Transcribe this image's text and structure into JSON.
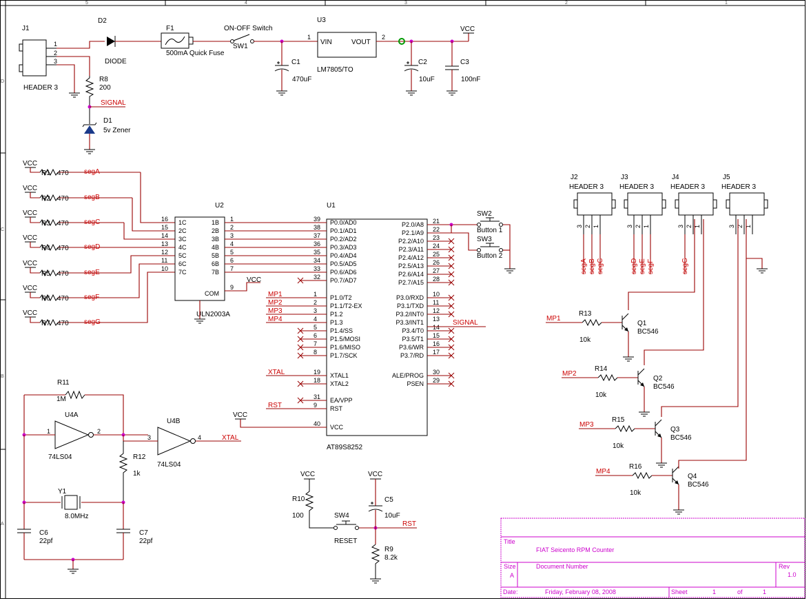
{
  "frame": {
    "zones_top": [
      "5",
      "4",
      "3",
      "2",
      "1"
    ],
    "zones_left": [
      "D",
      "C",
      "B",
      "A"
    ]
  },
  "power": {
    "j1": {
      "ref": "J1",
      "value": "HEADER 3",
      "pins": [
        "1",
        "2",
        "3"
      ]
    },
    "d2": {
      "ref": "D2",
      "value": "DIODE"
    },
    "f1": {
      "ref": "F1",
      "value": "500mA Quick Fuse"
    },
    "sw1": {
      "ref": "SW1",
      "value": "ON-OFF Switch"
    },
    "u3": {
      "ref": "U3",
      "value": "LM7805/TO",
      "vin": "VIN",
      "vout": "VOUT",
      "pin_in": "1",
      "pin_out": "2"
    },
    "c1": {
      "ref": "C1",
      "value": "470uF"
    },
    "c2": {
      "ref": "C2",
      "value": "10uF"
    },
    "c3": {
      "ref": "C3",
      "value": "100nF"
    },
    "vcc": "VCC",
    "r8": {
      "ref": "R8",
      "value": "200"
    },
    "signal": "SIGNAL",
    "d1": {
      "ref": "D1",
      "value": "5v Zener"
    }
  },
  "vcc_label": "VCC",
  "seg_resistors": [
    {
      "ref": "R1",
      "value": "470",
      "net": "segA"
    },
    {
      "ref": "R2",
      "value": "470",
      "net": "segB"
    },
    {
      "ref": "R3",
      "value": "470",
      "net": "segC"
    },
    {
      "ref": "R4",
      "value": "470",
      "net": "segD"
    },
    {
      "ref": "R5",
      "value": "470",
      "net": "segE"
    },
    {
      "ref": "R6",
      "value": "470",
      "net": "segF"
    },
    {
      "ref": "R7",
      "value": "470",
      "net": "segG"
    }
  ],
  "u2": {
    "ref": "U2",
    "value": "ULN2003A",
    "left": [
      {
        "n": "16",
        "l": "1C"
      },
      {
        "n": "15",
        "l": "2C"
      },
      {
        "n": "14",
        "l": "3C"
      },
      {
        "n": "13",
        "l": "4C"
      },
      {
        "n": "12",
        "l": "5C"
      },
      {
        "n": "11",
        "l": "6C"
      },
      {
        "n": "10",
        "l": "7C"
      }
    ],
    "right": [
      {
        "n": "1",
        "l": "1B"
      },
      {
        "n": "2",
        "l": "2B"
      },
      {
        "n": "3",
        "l": "3B"
      },
      {
        "n": "4",
        "l": "4B"
      },
      {
        "n": "5",
        "l": "5B"
      },
      {
        "n": "6",
        "l": "6B"
      },
      {
        "n": "7",
        "l": "7B"
      }
    ],
    "com": {
      "n": "9",
      "l": "COM"
    }
  },
  "u1": {
    "ref": "U1",
    "value": "AT89S8252",
    "left": [
      {
        "n": "39",
        "l": "P0.0/AD0"
      },
      {
        "n": "38",
        "l": "P0.1/AD1"
      },
      {
        "n": "37",
        "l": "P0.2/AD2"
      },
      {
        "n": "36",
        "l": "P0.3/AD3"
      },
      {
        "n": "35",
        "l": "P0.4/AD4"
      },
      {
        "n": "34",
        "l": "P0.5/AD5"
      },
      {
        "n": "33",
        "l": "P0.6/AD6"
      },
      {
        "n": "32",
        "l": "P0.7/AD7"
      },
      {
        "n": "1",
        "l": "P1.0/T2"
      },
      {
        "n": "2",
        "l": "P1.1/T2-EX"
      },
      {
        "n": "3",
        "l": "P1.2"
      },
      {
        "n": "4",
        "l": "P1.3"
      },
      {
        "n": "5",
        "l": "P1.4/SS"
      },
      {
        "n": "6",
        "l": "P1.5/MOSI"
      },
      {
        "n": "7",
        "l": "P1.6/MISO"
      },
      {
        "n": "8",
        "l": "P1.7/SCK"
      },
      {
        "n": "19",
        "l": "XTAL1"
      },
      {
        "n": "18",
        "l": "XTAL2"
      },
      {
        "n": "31",
        "l": "EA/VPP"
      },
      {
        "n": "9",
        "l": "RST"
      },
      {
        "n": "40",
        "l": "VCC"
      }
    ],
    "right": [
      {
        "n": "21",
        "l": "P2.0/A8"
      },
      {
        "n": "22",
        "l": "P2.1/A9"
      },
      {
        "n": "23",
        "l": "P2.2/A10"
      },
      {
        "n": "24",
        "l": "P2.3/A11"
      },
      {
        "n": "25",
        "l": "P2.4/A12"
      },
      {
        "n": "26",
        "l": "P2.5/A13"
      },
      {
        "n": "27",
        "l": "P2.6/A14"
      },
      {
        "n": "28",
        "l": "P2.7/A15"
      },
      {
        "n": "10",
        "l": "P3.0/RXD"
      },
      {
        "n": "11",
        "l": "P3.1/TXD"
      },
      {
        "n": "12",
        "l": "P3.2/INT0"
      },
      {
        "n": "13",
        "l": "P3.3/INT1"
      },
      {
        "n": "14",
        "l": "P3.4/T0"
      },
      {
        "n": "15",
        "l": "P3.5/T1"
      },
      {
        "n": "16",
        "l": "P3.6/WR"
      },
      {
        "n": "17",
        "l": "P3.7/RD"
      },
      {
        "n": "30",
        "l": "ALE/PROG"
      },
      {
        "n": "29",
        "l": "PSEN"
      }
    ],
    "nets": {
      "mp1": "MP1",
      "mp2": "MP2",
      "mp3": "MP3",
      "mp4": "MP4",
      "xtal": "XTAL",
      "rst": "RST",
      "vcc": "VCC",
      "signal": "SIGNAL"
    }
  },
  "buttons": {
    "sw2": {
      "ref": "SW2",
      "value": "Button 1"
    },
    "sw3": {
      "ref": "SW3",
      "value": "Button 2"
    }
  },
  "headers": [
    {
      "ref": "J2",
      "value": "HEADER 3",
      "pins": [
        "3",
        "2",
        "1"
      ],
      "nets": [
        "segA",
        "segB",
        "segC"
      ]
    },
    {
      "ref": "J3",
      "value": "HEADER 3",
      "pins": [
        "3",
        "2",
        "1"
      ],
      "nets": [
        "segD",
        "segE",
        "segF"
      ]
    },
    {
      "ref": "J4",
      "value": "HEADER 3",
      "pins": [
        "3",
        "2",
        "1"
      ],
      "nets": [
        "segG"
      ]
    },
    {
      "ref": "J5",
      "value": "HEADER 3",
      "pins": [
        "3",
        "2",
        "1"
      ],
      "nets": []
    }
  ],
  "transistors": [
    {
      "ref": "Q1",
      "value": "BC546",
      "r": "R13",
      "rv": "10k",
      "net": "MP1"
    },
    {
      "ref": "Q2",
      "value": "BC546",
      "r": "R14",
      "rv": "10k",
      "net": "MP2"
    },
    {
      "ref": "Q3",
      "value": "BC546",
      "r": "R15",
      "rv": "10k",
      "net": "MP3"
    },
    {
      "ref": "Q4",
      "value": "BC546",
      "r": "R16",
      "rv": "10k",
      "net": "MP4"
    }
  ],
  "osc": {
    "r11": {
      "ref": "R11",
      "value": "1M"
    },
    "u4a": {
      "ref": "U4A",
      "value": "74LS04",
      "pin_in": "1",
      "pin_out": "2"
    },
    "u4b": {
      "ref": "U4B",
      "value": "74LS04",
      "pin_in": "3",
      "pin_out": "4"
    },
    "r12": {
      "ref": "R12",
      "value": "1k"
    },
    "y1": {
      "ref": "Y1",
      "value": "8.0MHz"
    },
    "c6": {
      "ref": "C6",
      "value": "22pf"
    },
    "c7": {
      "ref": "C7",
      "value": "22pf"
    },
    "xtal": "XTAL"
  },
  "reset": {
    "vcc": "VCC",
    "r10": {
      "ref": "R10",
      "value": "100"
    },
    "sw4": {
      "ref": "SW4",
      "value": "RESET"
    },
    "c5": {
      "ref": "C5",
      "value": "10uF"
    },
    "r9": {
      "ref": "R9",
      "value": "8.2k"
    },
    "rst": "RST"
  },
  "title_block": {
    "title_label": "Title",
    "title": "FIAT Seicento RPM Counter",
    "size_label": "Size",
    "size": "A",
    "docnum_label": "Document Number",
    "rev_label": "Rev",
    "rev": "1.0",
    "date_label": "Date:",
    "date": "Friday, February 08, 2008",
    "sheet_label": "Sheet",
    "sheet": "1",
    "of_label": "of",
    "sheets": "1"
  }
}
